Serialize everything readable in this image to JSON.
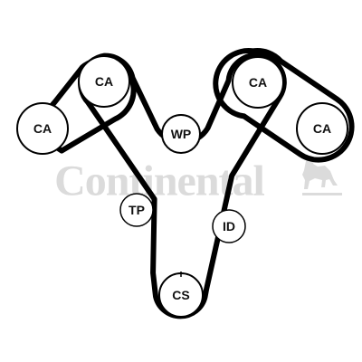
{
  "watermark": {
    "brand": "Continental"
  },
  "pulleys": {
    "ca_top_left": "CA",
    "ca_left": "CA",
    "ca_top_right": "CA",
    "ca_right": "CA",
    "wp": "WP",
    "tp": "TP",
    "id": "ID",
    "cs": "CS"
  }
}
